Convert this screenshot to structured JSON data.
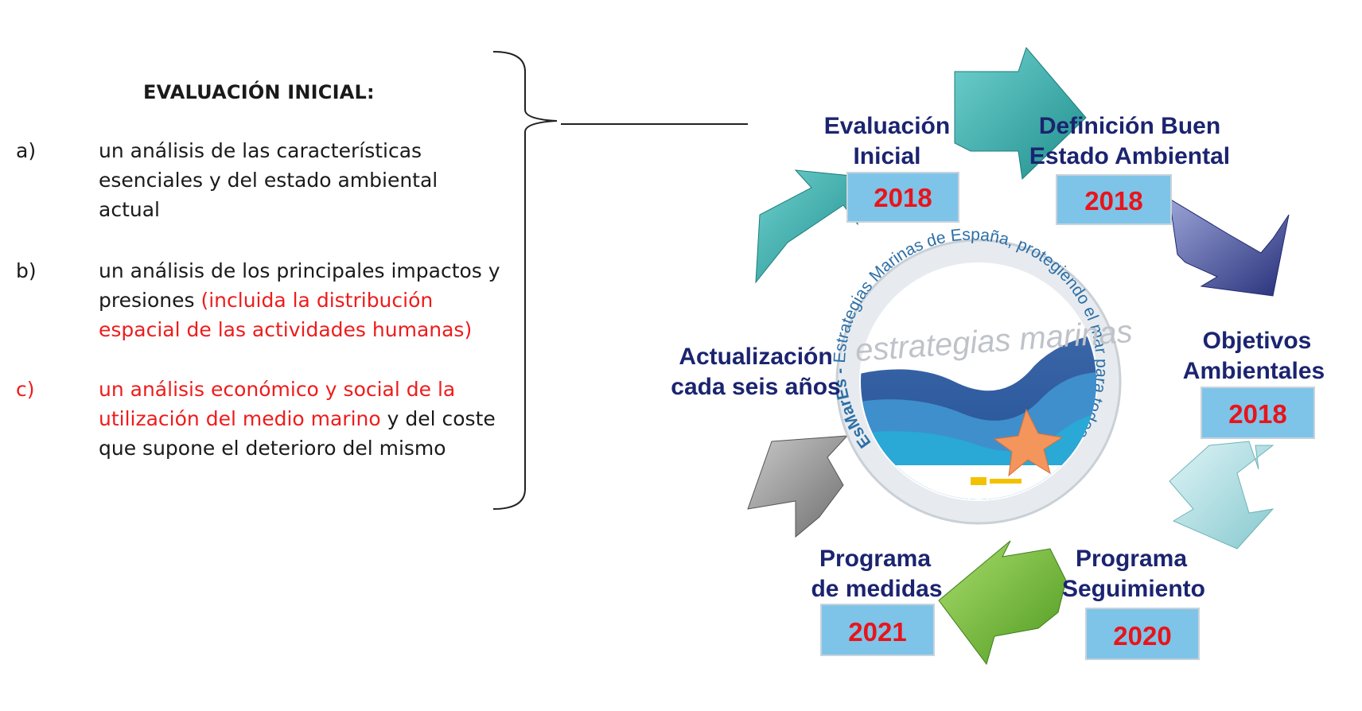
{
  "left_panel": {
    "heading": "EVALUACIÓN INICIAL:",
    "items": [
      {
        "label": "a)",
        "lines": [
          {
            "parts": [
              {
                "text": "un análisis de las características",
                "red": false
              }
            ]
          },
          {
            "parts": [
              {
                "text": "esenciales y del estado ambiental",
                "red": false
              }
            ]
          },
          {
            "parts": [
              {
                "text": "actual",
                "red": false
              }
            ]
          }
        ]
      },
      {
        "label": "b)",
        "lines": [
          {
            "parts": [
              {
                "text": "un análisis de los principales impactos y",
                "red": false
              }
            ]
          },
          {
            "parts": [
              {
                "text": "presiones ",
                "red": false
              },
              {
                "text": "(incluida la distribución",
                "red": true
              }
            ]
          },
          {
            "parts": [
              {
                "text": "espacial de las actividades humanas)",
                "red": true
              }
            ]
          }
        ]
      },
      {
        "label": "c)",
        "label_red": true,
        "lines": [
          {
            "parts": [
              {
                "text": "un análisis económico y social de la",
                "red": true
              }
            ]
          },
          {
            "parts": [
              {
                "text": "utilización del medio marino",
                "red": true
              },
              {
                "text": " y del coste",
                "red": false
              }
            ]
          },
          {
            "parts": [
              {
                "text": "que supone el deterioro del mismo",
                "red": false
              }
            ]
          }
        ]
      }
    ]
  },
  "cycle": {
    "stages": [
      {
        "id": "evaluacion",
        "line1": "Evaluación",
        "line2": "Inicial",
        "year": "2018"
      },
      {
        "id": "definicion",
        "line1": "Definición Buen",
        "line2": "Estado Ambiental",
        "year": "2018"
      },
      {
        "id": "objetivos",
        "line1": "Objetivos",
        "line2": "Ambientales",
        "year": "2018"
      },
      {
        "id": "seguimiento",
        "line1": "Programa",
        "line2": "Seguimiento",
        "year": "2020"
      },
      {
        "id": "medidas",
        "line1": "Programa",
        "line2": "de medidas",
        "year": "2021"
      }
    ],
    "update_label": {
      "line1": "Actualización",
      "line2": "cada seis años"
    }
  },
  "logo": {
    "title": "estrategias marinas",
    "ring_text": "Estrategias Marinas de España, protegiendo el mar para todos",
    "ring_prefix": "EsMarEs - "
  },
  "colors": {
    "label_navy": "#1b2470",
    "year_red": "#e8141b",
    "year_box": "#7ec4e8",
    "arrow_teal": "#2fa8a6",
    "arrow_navy": "#3d4a9a",
    "arrow_lightblue": "#9fd7dd",
    "arrow_green": "#7bc142",
    "arrow_gray": "#8c8c8c"
  }
}
